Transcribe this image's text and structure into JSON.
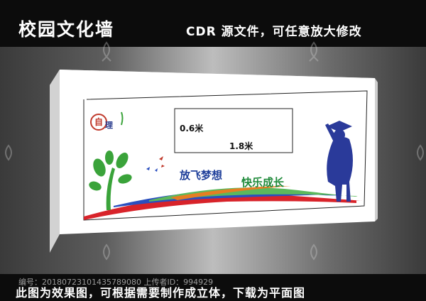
{
  "header": {
    "title": "校园文化墙",
    "subtitle": "CDR 源文件，可任意放大修改"
  },
  "mockup": {
    "logo_char": "自",
    "logo_text": "理",
    "height_label": "0.6米",
    "width_label": "1.8米",
    "slogan_left": "放飞梦想",
    "slogan_right": "快乐成长"
  },
  "footer": {
    "id_line": "编号：20180723101435789080 上传者ID：994929",
    "note": "此图为效果图，可根据需要制作成立体，下载为平面图"
  },
  "colors": {
    "background_center": "#bdbdbd",
    "bar": "#0c0c0c",
    "wall_face": "#ffffff",
    "tree_green": "#3aa33a",
    "student_blue": "#2a3a9a",
    "wave_red": "#d8232a",
    "wave_blue": "#2a4fbf",
    "wave_green": "#5cb85c"
  }
}
